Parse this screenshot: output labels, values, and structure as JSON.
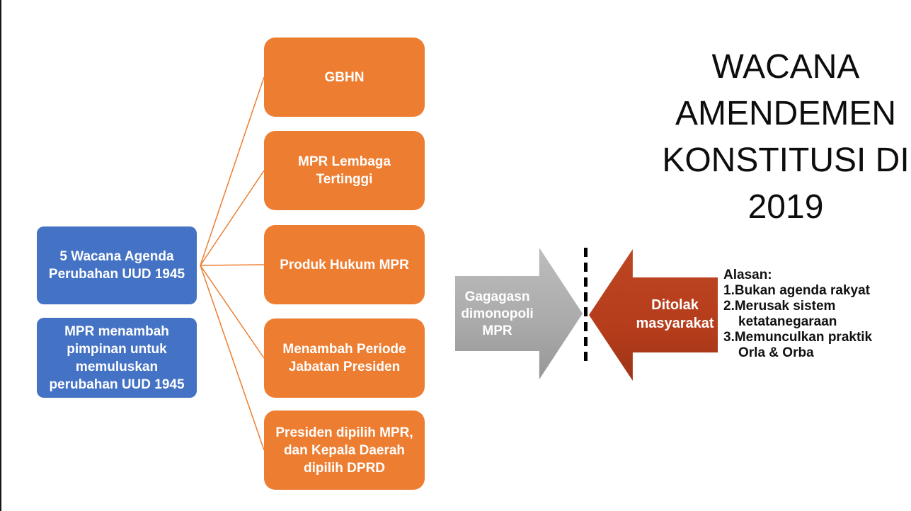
{
  "slide": {
    "title": "WACANA AMENDEMEN KONSTITUSI DI 2019",
    "colors": {
      "blue_box": "#4472C4",
      "orange_box": "#ED7D31",
      "gray_arrow": "#ABABAB",
      "red_arrow": "#B23D1C",
      "connector": "#ED7D31"
    }
  },
  "left_column": {
    "boxes": [
      {
        "label": "5 Wacana Agenda Perubahan UUD 1945"
      },
      {
        "label": "MPR menambah pimpinan untuk memuluskan perubahan UUD 1945"
      }
    ]
  },
  "agenda_items": [
    {
      "label": "GBHN"
    },
    {
      "label": "MPR Lembaga Tertinggi"
    },
    {
      "label": "Produk Hukum MPR"
    },
    {
      "label": "Menambah Periode Jabatan Presiden"
    },
    {
      "label": "Presiden dipilih MPR, dan Kepala Daerah dipilih DPRD"
    }
  ],
  "arrows": {
    "gray": {
      "label": "Gagagasn dimonopoli MPR"
    },
    "red": {
      "label": "Ditolak masyarakat"
    }
  },
  "reasons": {
    "heading": "Alasan:",
    "items": [
      "1.Bukan agenda rakyat",
      "2.Merusak sistem ketatanegaraan",
      "3.Memunculkan praktik Orla & Orba"
    ]
  }
}
